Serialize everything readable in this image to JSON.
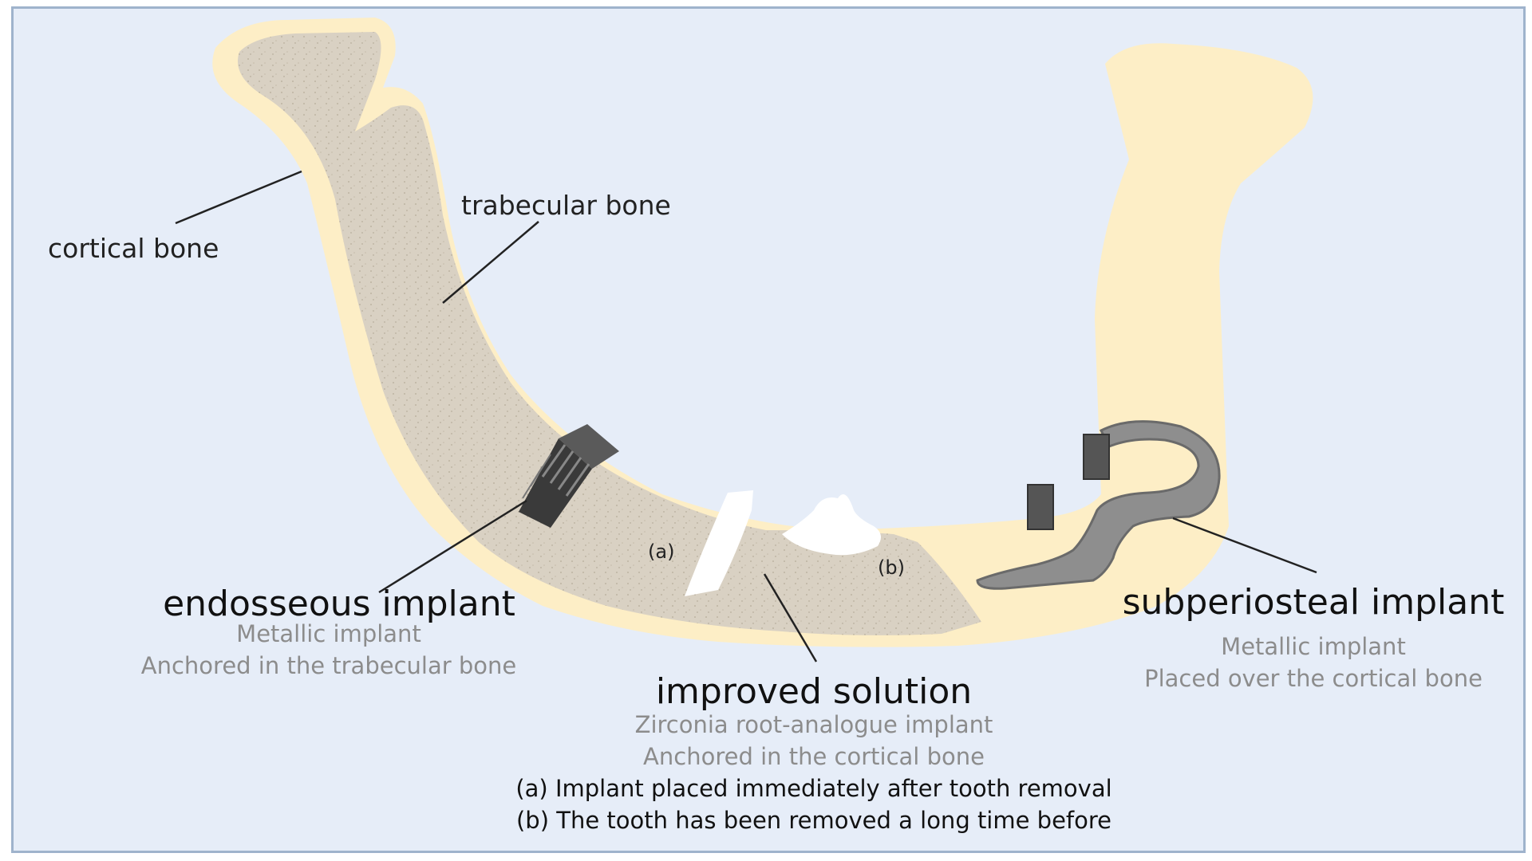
{
  "labels": {
    "cortical_bone": "cortical bone",
    "trabecular_bone": "trabecular bone",
    "endosseous": {
      "title": "endosseous implant",
      "line1": "Metallic implant",
      "line2": "Anchored in the trabecular bone"
    },
    "improved": {
      "title": "improved solution",
      "line1": "Zirconia root-analogue implant",
      "line2": "Anchored in the cortical bone"
    },
    "subperiosteal": {
      "title": "subperiosteal implant",
      "line1": "Metallic implant",
      "line2": "Placed over the cortical bone"
    },
    "mark_a": "(a)",
    "mark_b": "(b)",
    "note_a": "(a) Implant placed immediately after tooth removal",
    "note_b": "(b) The tooth has been removed a long time before"
  },
  "colors": {
    "background": "#e6edf8",
    "cortical": "#fdeec6",
    "trabecular": "#d9d1c3",
    "implant_dark": "#3a3a3a",
    "subperiosteal": "#8e8e8e",
    "root_analogue": "#ffffff"
  }
}
